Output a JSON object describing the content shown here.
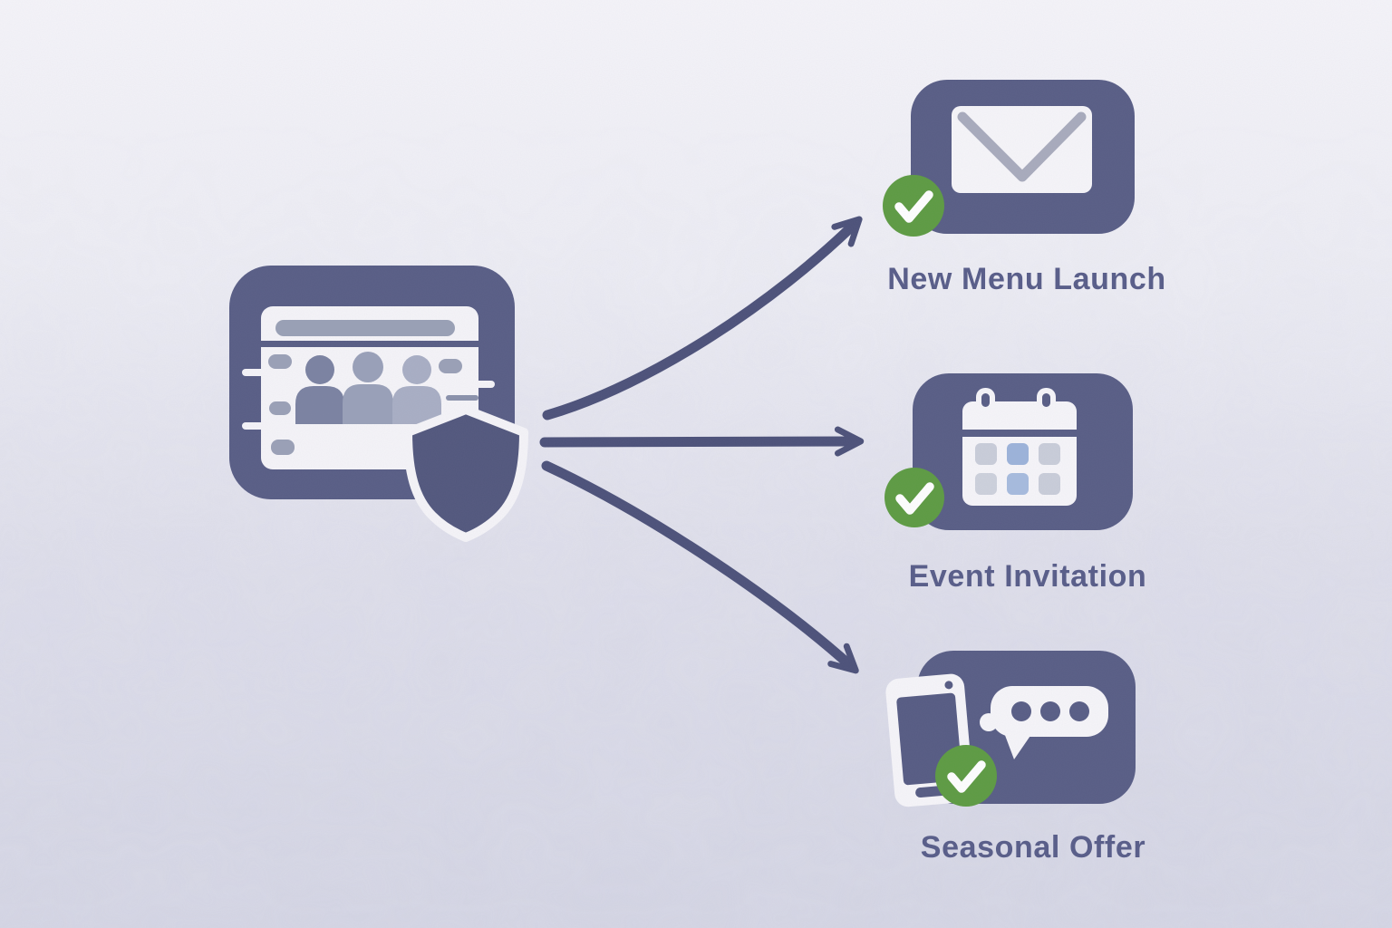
{
  "source": {
    "icon": "customer-database-shield-icon"
  },
  "campaigns": [
    {
      "label": "New Menu Launch",
      "icon": "envelope-icon",
      "badge_icon": "check-badge-icon"
    },
    {
      "label": "Event Invitation",
      "icon": "calendar-icon",
      "badge_icon": "check-badge-icon"
    },
    {
      "label": "Seasonal Offer",
      "icon": "smartphone-chat-icon",
      "badge_icon": "check-badge-icon"
    }
  ],
  "colors": {
    "slate": "#585d85",
    "slate_deep": "#52577d",
    "arrow": "#4c5179",
    "panel_white": "#f5f4f8",
    "muted_gray": "#9aa0b6",
    "envelope_flap_gray": "#a8abbc",
    "calendar_cell_gray": "#c9cdd9",
    "calendar_cell_blue": "#9cb3da",
    "check_green": "#5d9b42",
    "label_text": "#5a5f8a",
    "background_top": "#f5f4f9",
    "background_bottom": "#d7d8e6"
  }
}
